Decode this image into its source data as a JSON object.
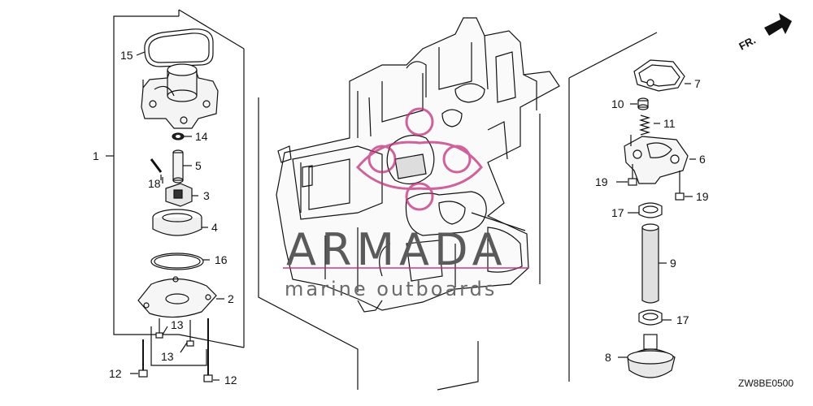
{
  "diagram": {
    "direction_label": "FR.",
    "diagram_code": "ZW8BE0500",
    "watermark": {
      "brand": "ARMADA",
      "tagline": "marine outboards",
      "accent_color": "#c0307a"
    },
    "callouts": {
      "c1": "1",
      "c2": "2",
      "c3": "3",
      "c4": "4",
      "c5": "5",
      "c6": "6",
      "c7": "7",
      "c8": "8",
      "c9": "9",
      "c10": "10",
      "c11": "11",
      "c12a": "12",
      "c12b": "12",
      "c13a": "13",
      "c13b": "13",
      "c14": "14",
      "c15": "15",
      "c16": "16",
      "c17a": "17",
      "c17b": "17",
      "c18": "18",
      "c19a": "19",
      "c19b": "19"
    }
  }
}
